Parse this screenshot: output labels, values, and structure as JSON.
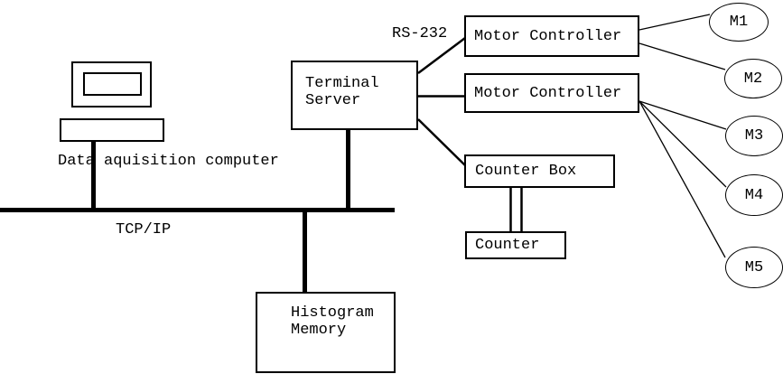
{
  "diagram": {
    "title": "Data acquisition system diagram",
    "nodes": {
      "data_acquisition_computer": {
        "label": "Data aquisition computer"
      },
      "terminal_server": {
        "lines": [
          "Terminal",
          "Server"
        ]
      },
      "motor_controller_1": {
        "label": "Motor Controller"
      },
      "motor_controller_2": {
        "label": "Motor Controller"
      },
      "counter_box": {
        "label": "Counter Box"
      },
      "counter": {
        "label": "Counter"
      },
      "histogram_memory": {
        "lines": [
          "Histogram",
          "Memory"
        ]
      },
      "motors": [
        {
          "label": "M1"
        },
        {
          "label": "M2"
        },
        {
          "label": "M3"
        },
        {
          "label": "M4"
        },
        {
          "label": "M5"
        }
      ]
    },
    "edge_labels": {
      "rs232": "RS-232",
      "tcpip": "TCP/IP"
    },
    "colors": {
      "line": "#000000",
      "text": "#000000",
      "background": "#ffffff"
    }
  }
}
